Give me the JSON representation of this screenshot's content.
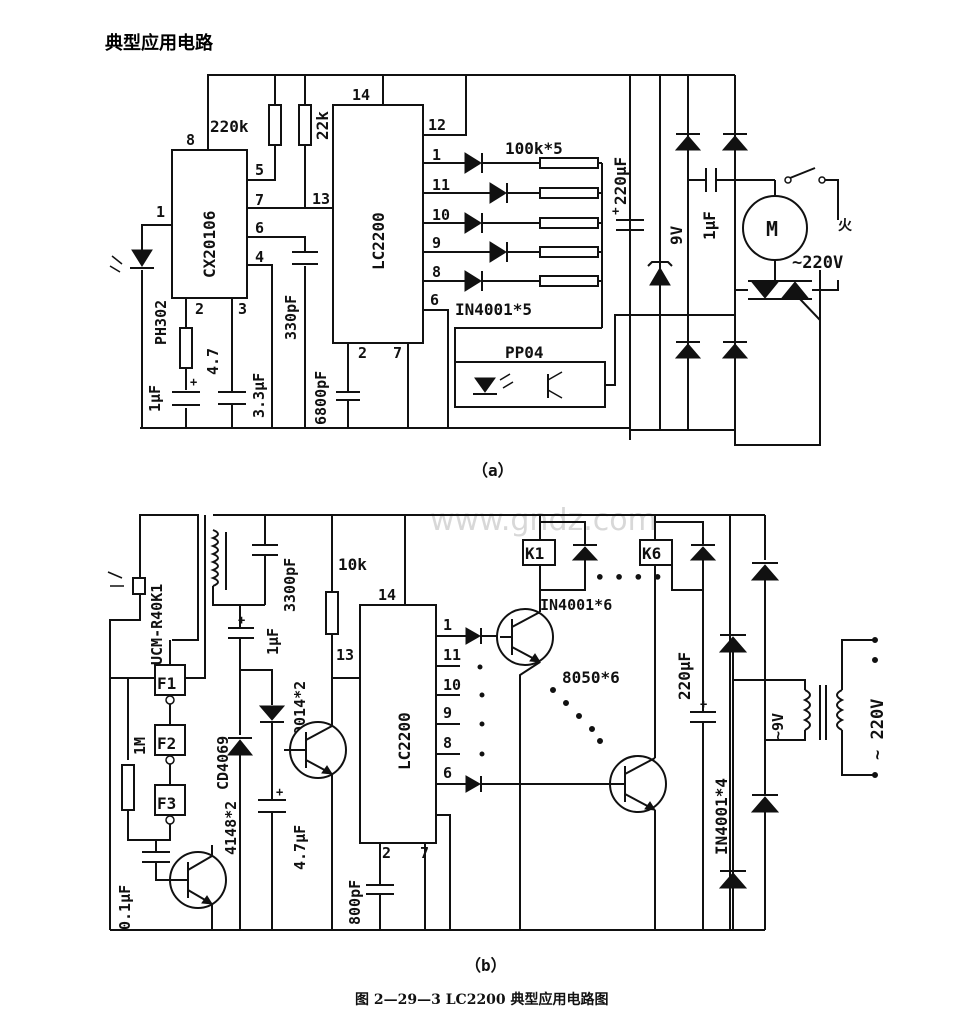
{
  "title": "典型应用电路",
  "caption": "图 2—29—3   LC2200 典型应用电路图",
  "watermark": "www.gndz.com",
  "panel_a": {
    "label": "（a）",
    "chips": {
      "main": "LC2200",
      "sensor": "CX20106"
    },
    "sensor_pins": {
      "p1": "1",
      "p2": "2",
      "p3": "3",
      "p4": "4",
      "p5": "5",
      "p6": "6",
      "p7": "7",
      "p8": "8"
    },
    "main_pins": {
      "p14": "14",
      "p12": "12",
      "p13": "13",
      "p1": "1",
      "p11": "11",
      "p10": "10",
      "p9": "9",
      "p8": "8",
      "p6": "6",
      "p2": "2",
      "p7": "7"
    },
    "components": {
      "r_220k": "220k",
      "r_22k": "22k",
      "r_100k": "100k*5",
      "d_in4001": "IN4001*5",
      "c_220uf": "220μF",
      "zener_9v": "9V",
      "c_1uf_motor": "1μF",
      "motor": "M",
      "ac_220v": "~220V",
      "fire": "火",
      "optocoupler": "PP04",
      "receiver": "PH302",
      "r_4_7": "4.7",
      "c_1uf": "1μF",
      "c_3_3uf": "3.3μF",
      "c_330pf": "330pF",
      "c_6800pf": "6800pF"
    }
  },
  "panel_b": {
    "label": "（b）",
    "chips": {
      "main": "LC2200"
    },
    "main_pins": {
      "p14": "14",
      "p13": "13",
      "p1": "1",
      "p11": "11",
      "p10": "10",
      "p9": "9",
      "p8": "8",
      "p6": "6",
      "p2": "2",
      "p7": "7"
    },
    "components": {
      "mic": "UCM-R40K1",
      "gate_f1": "F1",
      "gate_f2": "F2",
      "gate_f3": "F3",
      "inverter": "CD4069",
      "r_1m": "1M",
      "c_0_1uf": "0.1μF",
      "d_4148": "4148*2",
      "c_3300pf": "3300pF",
      "c_1uf": "1μF",
      "t_9014": "9014*2",
      "c_4_7uf": "4.7μF",
      "r_10k": "10k",
      "c_800pf": "800pF",
      "relay_k1": "K1",
      "relay_k6": "K6",
      "d_in4001_6": "IN4001*6",
      "t_8050": "8050*6",
      "c_220uf": "220μF",
      "d_in4001_4": "IN4001*4",
      "v_9v": "~9V",
      "v_220v": "~ 220V",
      "dots": "• • • •"
    }
  }
}
